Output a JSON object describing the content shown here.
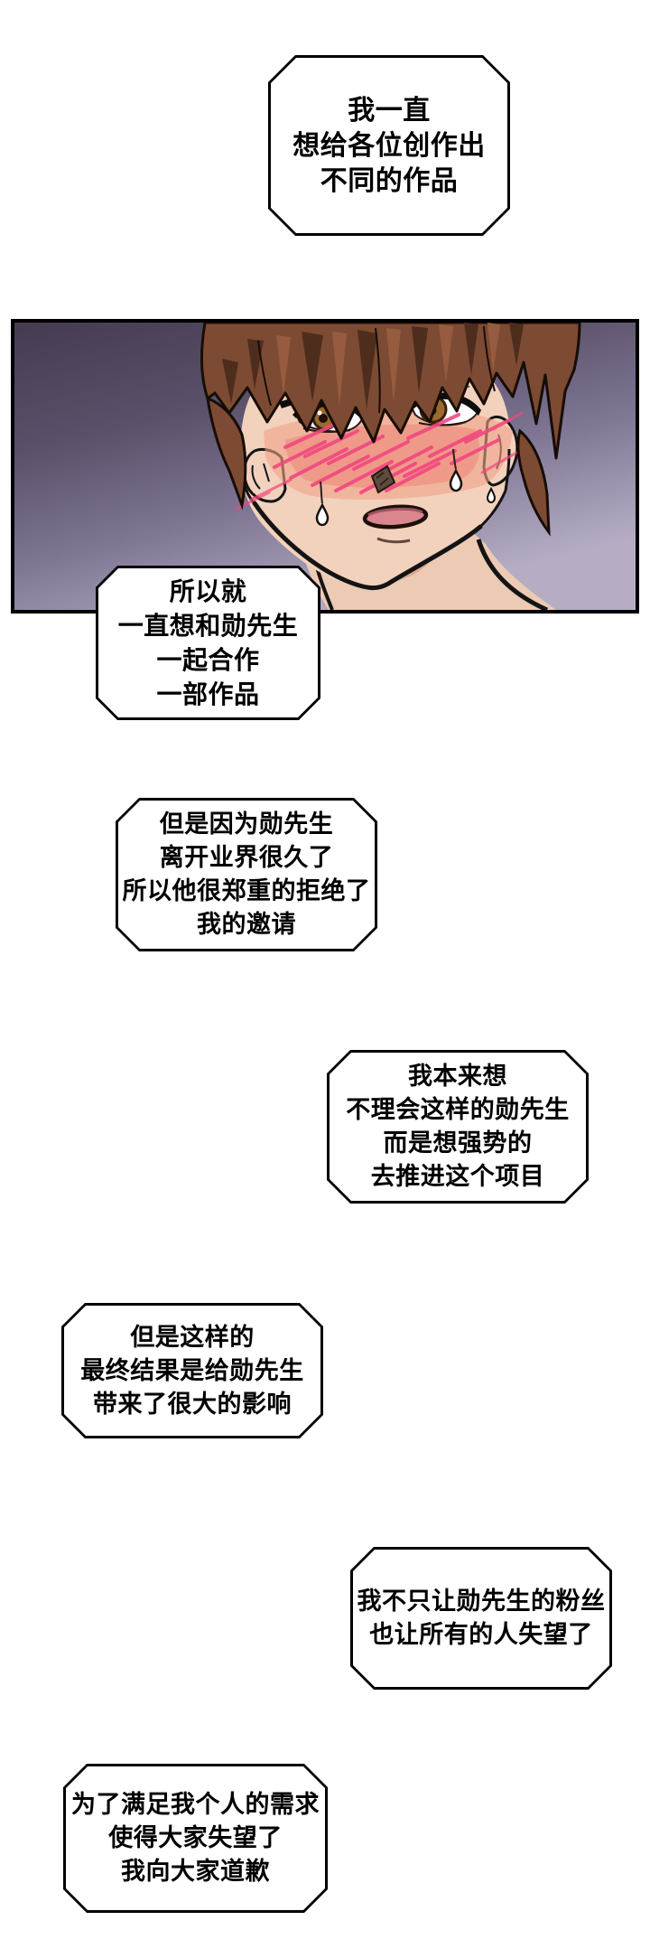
{
  "page": {
    "type": "webtoon-comic-page",
    "background_color": "#ffffff"
  },
  "panel": {
    "alt": "Close-up of a young man with spiky brown hair, heavily blushing with pink hatch lines across his nose and cheeks, brown eyes glancing aside, mouth open in dismay, sweat drops on his face, against a purple gradient background",
    "colors": {
      "border": "#000000",
      "background_gradient_top_left": "#453b51",
      "background_gradient_mid": "#7e7593",
      "background_gradient_bottom_right": "#b6adc5",
      "hair": "#7d4b33",
      "hair_shadow": "#4e2d1d",
      "hair_highlight": "#9a5e41",
      "skin": "#f2d2bc",
      "skin_shadow": "#d9a78f",
      "blush_stroke": "#f2477f",
      "blush_wash": "#f0a189",
      "iris": "#9c6a2e",
      "mouth": "#d9868e"
    }
  },
  "bubble_style": {
    "fill": "#ffffff",
    "border_color": "#000000",
    "text_color": "#000000"
  },
  "bubbles": [
    {
      "id": 1,
      "lines": [
        "我一直",
        "想给各位创作出",
        "不同的作品"
      ]
    },
    {
      "id": 2,
      "lines": [
        "所以就",
        "一直想和勋先生",
        "一起合作",
        "一部作品"
      ]
    },
    {
      "id": 3,
      "lines": [
        "但是因为勋先生",
        "离开业界很久了",
        "所以他很郑重的拒绝了",
        "我的邀请"
      ]
    },
    {
      "id": 4,
      "lines": [
        "我本来想",
        "不理会这样的勋先生",
        "而是想强势的",
        "去推进这个项目"
      ]
    },
    {
      "id": 5,
      "lines": [
        "但是这样的",
        "最终结果是给勋先生",
        "带来了很大的影响"
      ]
    },
    {
      "id": 6,
      "lines": [
        "我不只让勋先生的粉丝",
        "也让所有的人失望了"
      ]
    },
    {
      "id": 7,
      "lines": [
        "为了满足我个人的需求",
        "使得大家失望了",
        "我向大家道歉"
      ]
    }
  ]
}
